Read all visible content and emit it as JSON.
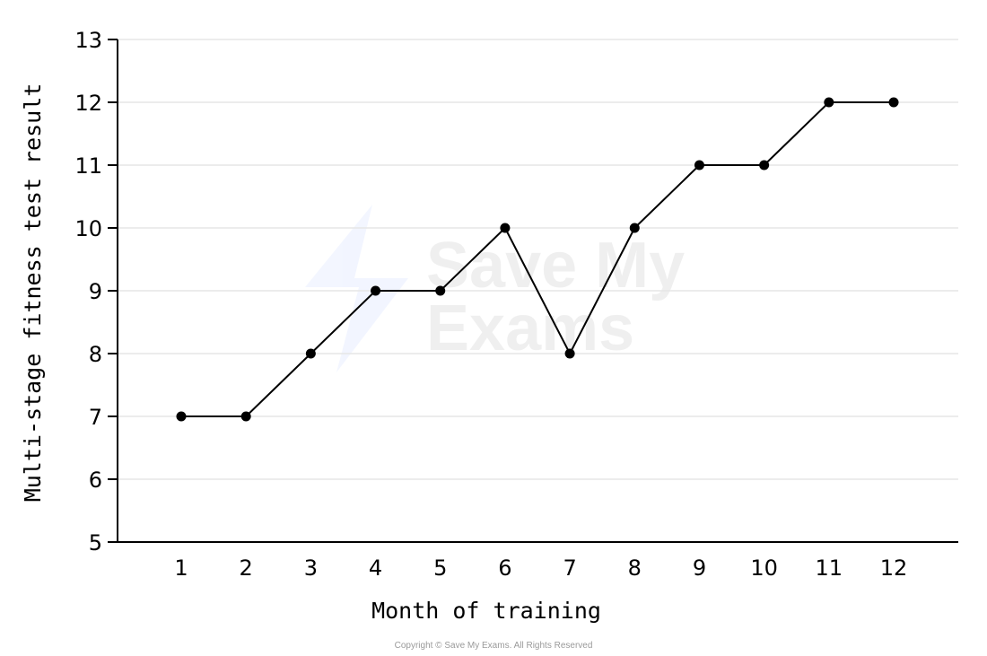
{
  "chart_data": {
    "type": "line",
    "title": "",
    "xlabel": "Month of training",
    "ylabel": "Multi-stage fitness test result",
    "x": [
      1,
      2,
      3,
      4,
      5,
      6,
      7,
      8,
      9,
      10,
      11,
      12
    ],
    "series": [
      {
        "values": [
          7,
          7,
          8,
          9,
          9,
          10,
          8,
          10,
          11,
          11,
          12,
          12
        ]
      }
    ],
    "x_ticks": [
      "1",
      "2",
      "3",
      "4",
      "5",
      "6",
      "7",
      "8",
      "9",
      "10",
      "11",
      "12"
    ],
    "y_ticks": [
      "5",
      "6",
      "7",
      "8",
      "9",
      "10",
      "11",
      "12",
      "13"
    ],
    "ylim": [
      5,
      13
    ],
    "grid": "horizontal",
    "line_color": "#000000",
    "marker_color": "#000000",
    "grid_color": "#e6e6e6"
  },
  "watermark": "Save My Exams",
  "copyright": "Copyright © Save My Exams. All Rights Reserved"
}
